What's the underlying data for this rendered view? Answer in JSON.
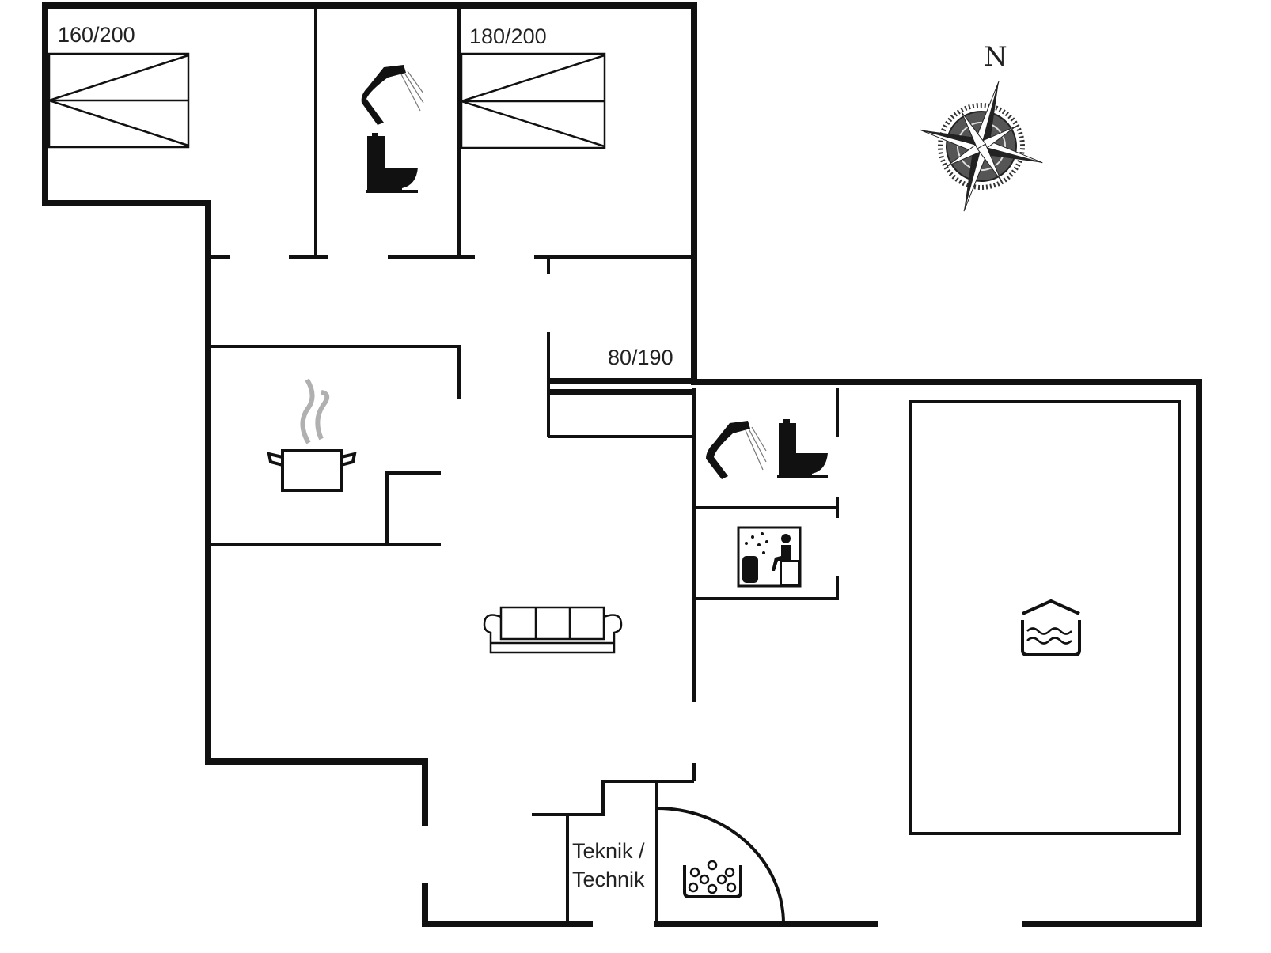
{
  "labels": {
    "bed_1": "160/200",
    "bed_2": "180/200",
    "bed_3": "80/190",
    "technik_line1": "Teknik /",
    "technik_line2": "Technik",
    "north": "N"
  },
  "icons": [
    "shower-icon",
    "toilet-icon",
    "cooking-pot-icon",
    "sofa-icon",
    "sauna-icon",
    "indoor-pool-icon",
    "whirlpool-icon",
    "compass-rose-icon"
  ],
  "colors": {
    "wall": "#111111",
    "steam": "#b0b0b0"
  }
}
